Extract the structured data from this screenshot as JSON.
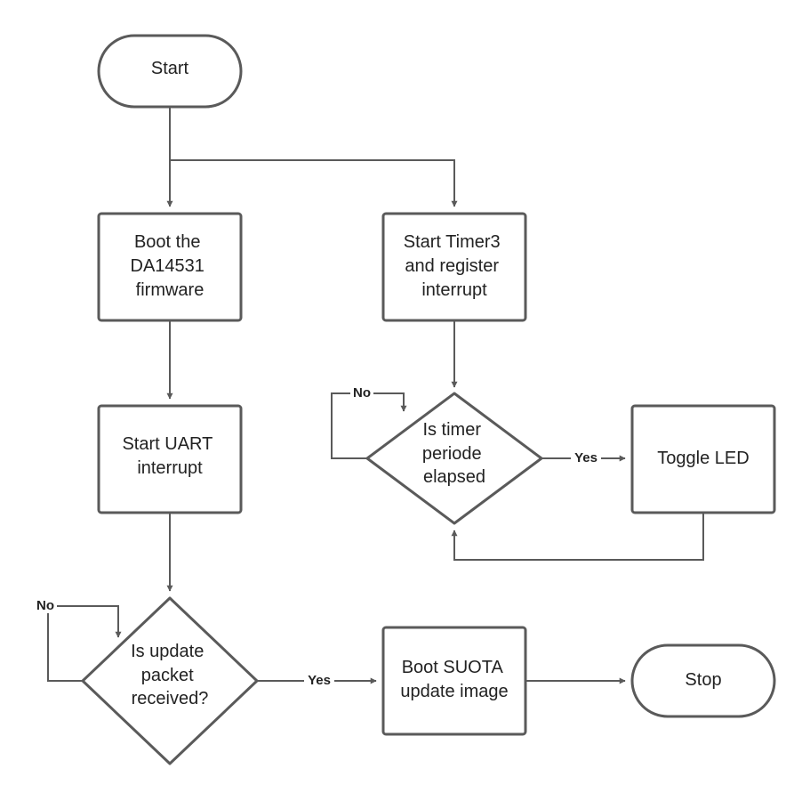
{
  "nodes": {
    "start": {
      "lines": [
        "Start"
      ]
    },
    "boot_firmware": {
      "lines": [
        "Boot the",
        "DA14531",
        "firmware"
      ]
    },
    "start_timer3": {
      "lines": [
        "Start Timer3",
        "and register",
        "interrupt"
      ]
    },
    "start_uart": {
      "lines": [
        "Start UART",
        "interrupt"
      ]
    },
    "timer_decision": {
      "lines": [
        "Is timer",
        "periode",
        "elapsed"
      ]
    },
    "toggle_led": {
      "lines": [
        "Toggle LED"
      ]
    },
    "packet_decision": {
      "lines": [
        "Is update",
        "packet",
        "received?"
      ]
    },
    "boot_suota": {
      "lines": [
        "Boot SUOTA",
        "update image"
      ]
    },
    "stop": {
      "lines": [
        "Stop"
      ]
    }
  },
  "edges": {
    "timer_no": "No",
    "timer_yes": "Yes",
    "packet_no": "No",
    "packet_yes": "Yes"
  }
}
